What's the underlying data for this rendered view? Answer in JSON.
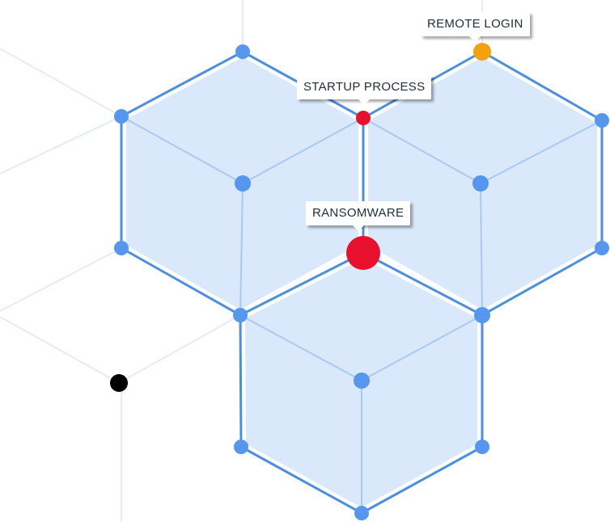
{
  "labels": {
    "remote_login": "REMOTE LOGIN",
    "startup_process": "STARTUP PROCESS",
    "ransomware": "RANSOMWARE"
  },
  "colors": {
    "edge": "#4a90e2",
    "face_fill": "#d9e8fb",
    "node": "#5596ee",
    "faint_grid": "#dde8f6",
    "remote_login_node": "#f3a10f",
    "startup_process_node": "#e8112d",
    "ransomware_node": "#e8112d",
    "stray_node": "#000000"
  }
}
